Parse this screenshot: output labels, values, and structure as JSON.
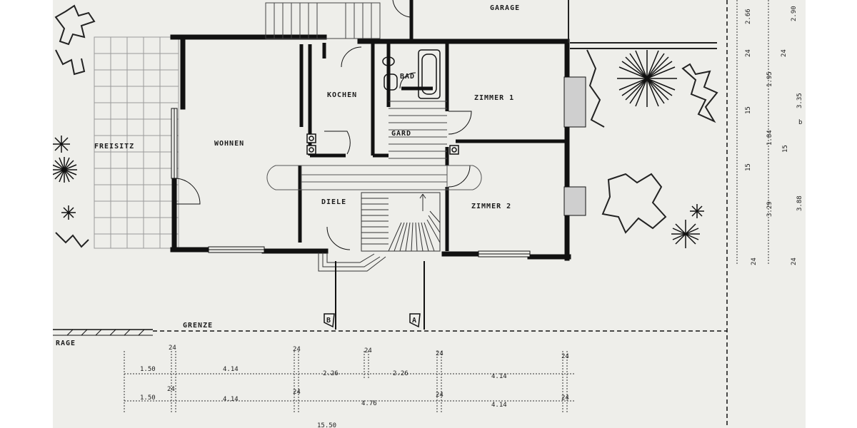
{
  "rooms": {
    "garage_top": "GARAGE",
    "garage_left": "RAGE",
    "freisitz": "FREISITZ",
    "wohnen": "WOHNEN",
    "kochen": "KOCHEN",
    "bad": "BAD",
    "gard": "GARD",
    "zimmer1": "ZIMMER 1",
    "zimmer2": "ZIMMER 2",
    "diele": "DIELE"
  },
  "boundary": "GRENZE",
  "section_marks": [
    "B",
    "A"
  ],
  "dims_row1": [
    "1.50",
    "4.14",
    "2.26",
    "2.26",
    "4.14"
  ],
  "dims_row2": [
    "1.50",
    "4.14",
    "4.76",
    "4.14"
  ],
  "dims_24": [
    "24",
    "24",
    "24",
    "24",
    "24",
    "24",
    "24",
    "24",
    "24"
  ],
  "dims_total": "15.50",
  "dims_right": [
    "2.66",
    "2.90",
    "24",
    "24",
    "1.95",
    "3.35",
    "15",
    "1.84",
    "15",
    "15",
    "3.29",
    "3.88",
    "24",
    "24"
  ],
  "right_edge_fragment": "b"
}
